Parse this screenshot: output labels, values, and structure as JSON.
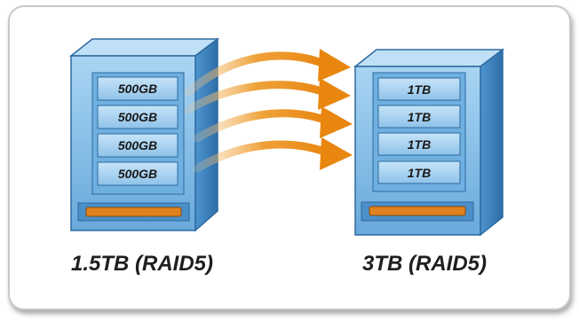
{
  "source_array": {
    "drives": [
      "500GB",
      "500GB",
      "500GB",
      "500GB"
    ],
    "caption": "1.5TB (RAID5)"
  },
  "target_array": {
    "drives": [
      "1TB",
      "1TB",
      "1TB",
      "1TB"
    ],
    "caption": "3TB (RAID5)"
  },
  "colors": {
    "server_front": "#7fbbe3",
    "server_side": "#3f86c2",
    "server_top": "#b7dcf4",
    "drive_bay": "#a6d1f0",
    "arrow": "#ee9a1d",
    "indicator": "#e0821e"
  }
}
